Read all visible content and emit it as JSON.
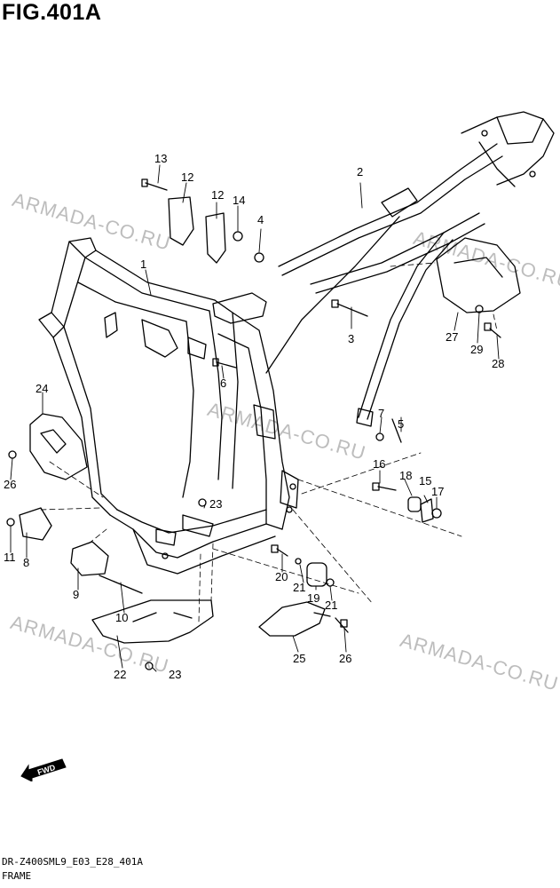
{
  "figure": {
    "title": "FIG.401A"
  },
  "watermark": {
    "text": "ARMADA-CO.RU"
  },
  "callouts": [
    "1",
    "2",
    "3",
    "4",
    "5",
    "6",
    "7",
    "8",
    "9",
    "10",
    "11",
    "12",
    "12",
    "13",
    "14",
    "15",
    "16",
    "17",
    "18",
    "19",
    "20",
    "21",
    "21",
    "22",
    "23",
    "23",
    "24",
    "25",
    "26",
    "26",
    "27",
    "28",
    "29"
  ],
  "direction_badge": "FWD",
  "footer": {
    "code": "DR-Z400SML9_E03_E28_401A",
    "caption": "FRAME"
  },
  "colors": {
    "line": "#000000",
    "watermark": "#bdbdbd",
    "background": "#ffffff"
  }
}
